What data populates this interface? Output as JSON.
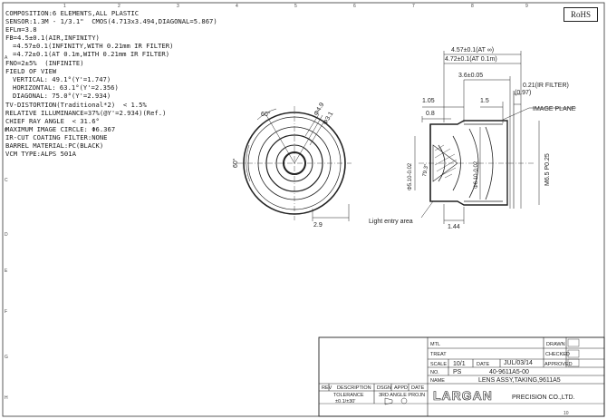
{
  "rohs": "RoHS",
  "specs": {
    "composition": "COMPOSITION:6 ELEMENTS,ALL PLASTIC",
    "sensor": "SENSOR:1.3M - 1/3.1\"  CMOS(4.713x3.494,DIAGONAL=5.867)",
    "efl": "EFLm=3.8",
    "fb1": "FB=4.5±0.1(AIR,INFINITY)",
    "fb2": "=4.57±0.1(INFINITY,WITH 0.21mm IR FILTER)",
    "fb3": "=4.72±0.1(AT 0.1m,WITH 0.21mm IR FILTER)",
    "fno": "FNO=2±5%  (INFINITE)",
    "fov": "FIELD OF VIEW",
    "vertical": "VERTICAL: 49.1°(Y'=1.747)",
    "horizontal": "HORIZONTAL: 63.1°(Y'=2.356)",
    "diagonal": "DIAGONAL: 75.0°(Y'=2.934)",
    "tv": "TV-DISTORTION(Traditional*2)  < 1.5%",
    "ri": "RELATIVE ILLUMINANCE=37%(@Y'=2.934)(Ref.)",
    "cra": "CHIEF RAY ANGLE  < 31.6°",
    "mic": "MAXIMUM IMAGE CIRCLE: Φ6.367",
    "ircut": "IR-CUT COATING FILTER:NONE",
    "barrel": "BARREL MATERIAL:PC(BLACK)",
    "vcm": "VCM TYPE:ALPS 501A"
  },
  "dims": {
    "d457": "4.57±0.1(AT ∞)",
    "d472": "4.72±0.1(AT 0.1m)",
    "d36": "3.6±0.05",
    "d097": "(0.97)",
    "d021": "0.21(IR FILTER)",
    "d105": "1.05",
    "d15": "1.5",
    "d08": "0.8",
    "image_plane": "IMAGE PLANE",
    "m65": "M6.5 P0.25",
    "phi510": "Φ5.10-0.02",
    "phi610": "Φ6.10-0.02",
    "a793": "79.3°",
    "light_entry": "Light entry area",
    "d144": "1.44",
    "a60": "60°",
    "a60b": "60°",
    "phi49": "Φ4.9",
    "phi31": "Φ3.1",
    "d29": "2.9"
  },
  "title_block": {
    "mtl": "MTL",
    "treat": "TREAT",
    "scale_label": "SCALE",
    "scale_val": "10/1",
    "date_label": "DATE",
    "date_val": "JUL/03/14",
    "no_label": "NO.",
    "ps": "PS",
    "drawing_no": "40-9611A5-00",
    "name_label": "NAME",
    "name_val": "LENS ASSY,TAKING,9611A5",
    "drawn": "DRAWN",
    "checked": "CHECKED",
    "approved": "APPROVED",
    "rev": "REV",
    "description": "DESCRIPTION",
    "dsgn": "DSGN",
    "appd": "APPD",
    "date2": "DATE",
    "tolerance": "TOLERANCE",
    "tol_val": "±0.1/±30'",
    "third_angle": "3RD ANGLE PROJN",
    "company": "LARGAN",
    "company_sub": "PRECISION CO.,LTD."
  },
  "border": {
    "cols": [
      "1",
      "2",
      "3",
      "4",
      "5",
      "6",
      "7",
      "8",
      "9",
      "10"
    ],
    "rows": [
      "A",
      "B",
      "C",
      "D",
      "E",
      "F",
      "G",
      "H"
    ]
  }
}
